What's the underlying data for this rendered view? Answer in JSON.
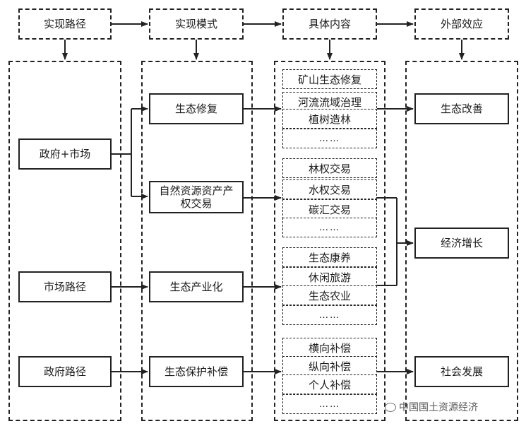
{
  "headers": [
    "实现路径",
    "实现模式",
    "具体内容",
    "外部效应"
  ],
  "paths": [
    "政府+市场",
    "市场路径",
    "政府路径"
  ],
  "modes": [
    "生态修复",
    "自然资源资产产权交易",
    "生态产业化",
    "生态保护补偿"
  ],
  "content_groups": [
    [
      "矿山生态修复",
      "河流流域治理",
      "植树造林",
      "……"
    ],
    [
      "林权交易",
      "水权交易",
      "碳汇交易",
      "……"
    ],
    [
      "生态康养",
      "休闲旅游",
      "生态农业",
      "……"
    ],
    [
      "横向补偿",
      "纵向补偿",
      "个人补偿",
      "……"
    ]
  ],
  "effects": [
    "生态改善",
    "经济增长",
    "社会发展"
  ],
  "watermark": "中国国土资源经济"
}
